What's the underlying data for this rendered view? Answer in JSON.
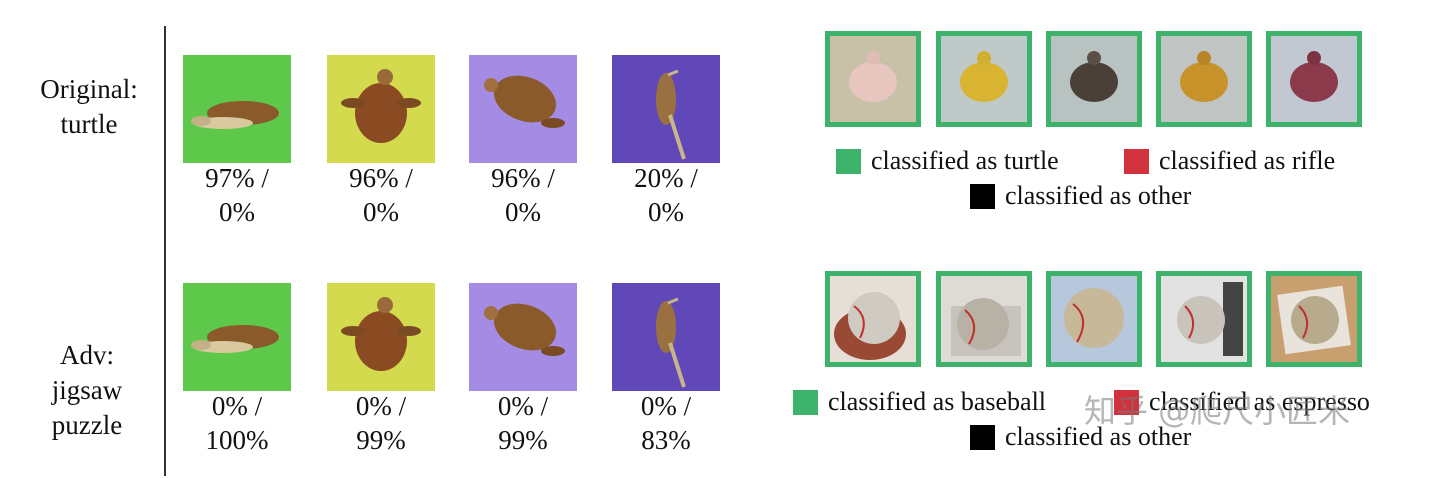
{
  "rows": [
    {
      "label_lines": [
        "Original:",
        "turtle"
      ],
      "tiles": [
        {
          "bg": "#5ec84b",
          "line1": "97% /",
          "line2": "0%"
        },
        {
          "bg": "#d4da4e",
          "line1": "96% /",
          "line2": "0%"
        },
        {
          "bg": "#a48be4",
          "line1": "96% /",
          "line2": "0%"
        },
        {
          "bg": "#6048b8",
          "line1": "20% /",
          "line2": "0%"
        }
      ],
      "legend": [
        {
          "color": "#3cb26a",
          "text": "classified as turtle"
        },
        {
          "color": "#d2323c",
          "text": "classified as rifle"
        },
        {
          "color": "#000000",
          "text": "classified as other"
        }
      ]
    },
    {
      "label_lines": [
        "Adv:",
        "jigsaw",
        "puzzle"
      ],
      "tiles": [
        {
          "bg": "#5ec84b",
          "line1": "0% /",
          "line2": "100%"
        },
        {
          "bg": "#d4da4e",
          "line1": "0% /",
          "line2": "99%"
        },
        {
          "bg": "#a48be4",
          "line1": "0% /",
          "line2": "99%"
        },
        {
          "bg": "#6048b8",
          "line1": "0% /",
          "line2": "83%"
        }
      ],
      "legend": [
        {
          "color": "#3cb26a",
          "text": "classified as baseball"
        },
        {
          "color": "#d2323c",
          "text": "classified as espresso"
        },
        {
          "color": "#000000",
          "text": "classified as other"
        }
      ]
    }
  ],
  "thumb_border_color": "#3cb26a",
  "watermark": "知乎 @爬尺小匠米"
}
